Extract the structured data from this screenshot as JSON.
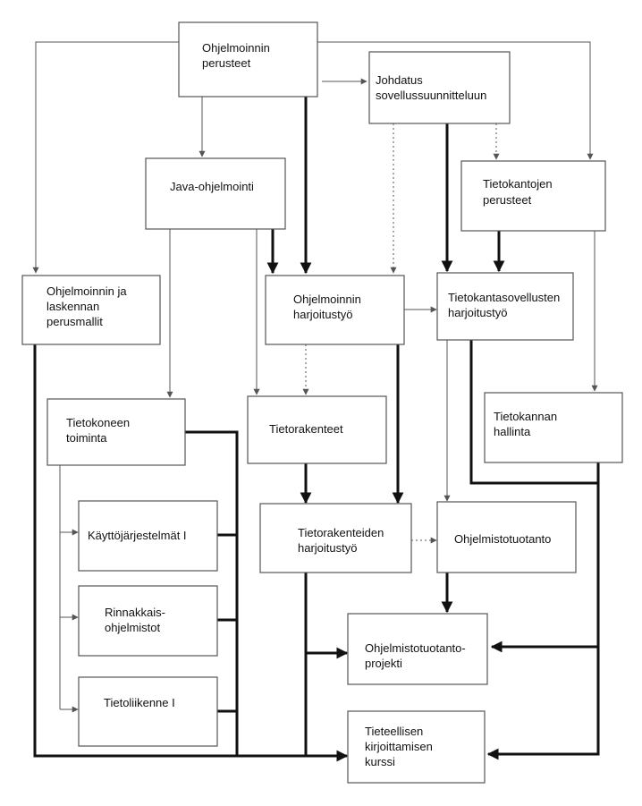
{
  "nodes": {
    "ohjelmoinnin_perusteet": [
      "Ohjelmoinnin",
      "perusteet"
    ],
    "johdatus": [
      "Johdatus",
      "sovellussuunnitteluun"
    ],
    "java": [
      "Java-ohjelmointi"
    ],
    "tietokantojen_perusteet": [
      "Tietokantojen",
      "perusteet"
    ],
    "perusmallit": [
      "Ohjelmoinnin ja",
      "laskennan",
      "perusmallit"
    ],
    "ohjelmoinnin_harjoitustyo": [
      "Ohjelmoinnin",
      "harjoitustyö"
    ],
    "tietokantasovellusten_harjoitustyo": [
      "Tietokantasovellusten",
      "harjoitustyö"
    ],
    "tietokoneen_toiminta": [
      "Tietokoneen",
      "toiminta"
    ],
    "tietorakenteet": [
      "Tietorakenteet"
    ],
    "tietokannan_hallinta": [
      "Tietokannan",
      "hallinta"
    ],
    "kayttojarjestelmat": [
      "Käyttöjärjestelmät I"
    ],
    "tietorakenteiden_harjoitustyo": [
      "Tietorakenteiden",
      "harjoitustyö"
    ],
    "ohjelmistotuotanto": [
      "Ohjelmistotuotanto"
    ],
    "rinnakkaisohjelmistot": [
      "Rinnakkais-",
      "ohjelmistot"
    ],
    "ohjelmistotuotantoprojekti": [
      "Ohjelmistotuotanto-",
      "projekti"
    ],
    "tietoliikenne": [
      "Tietoliikenne I"
    ],
    "tieteellisen_kirjoittamisen": [
      "Tieteellisen",
      "kirjoittamisen",
      "kurssi"
    ]
  }
}
